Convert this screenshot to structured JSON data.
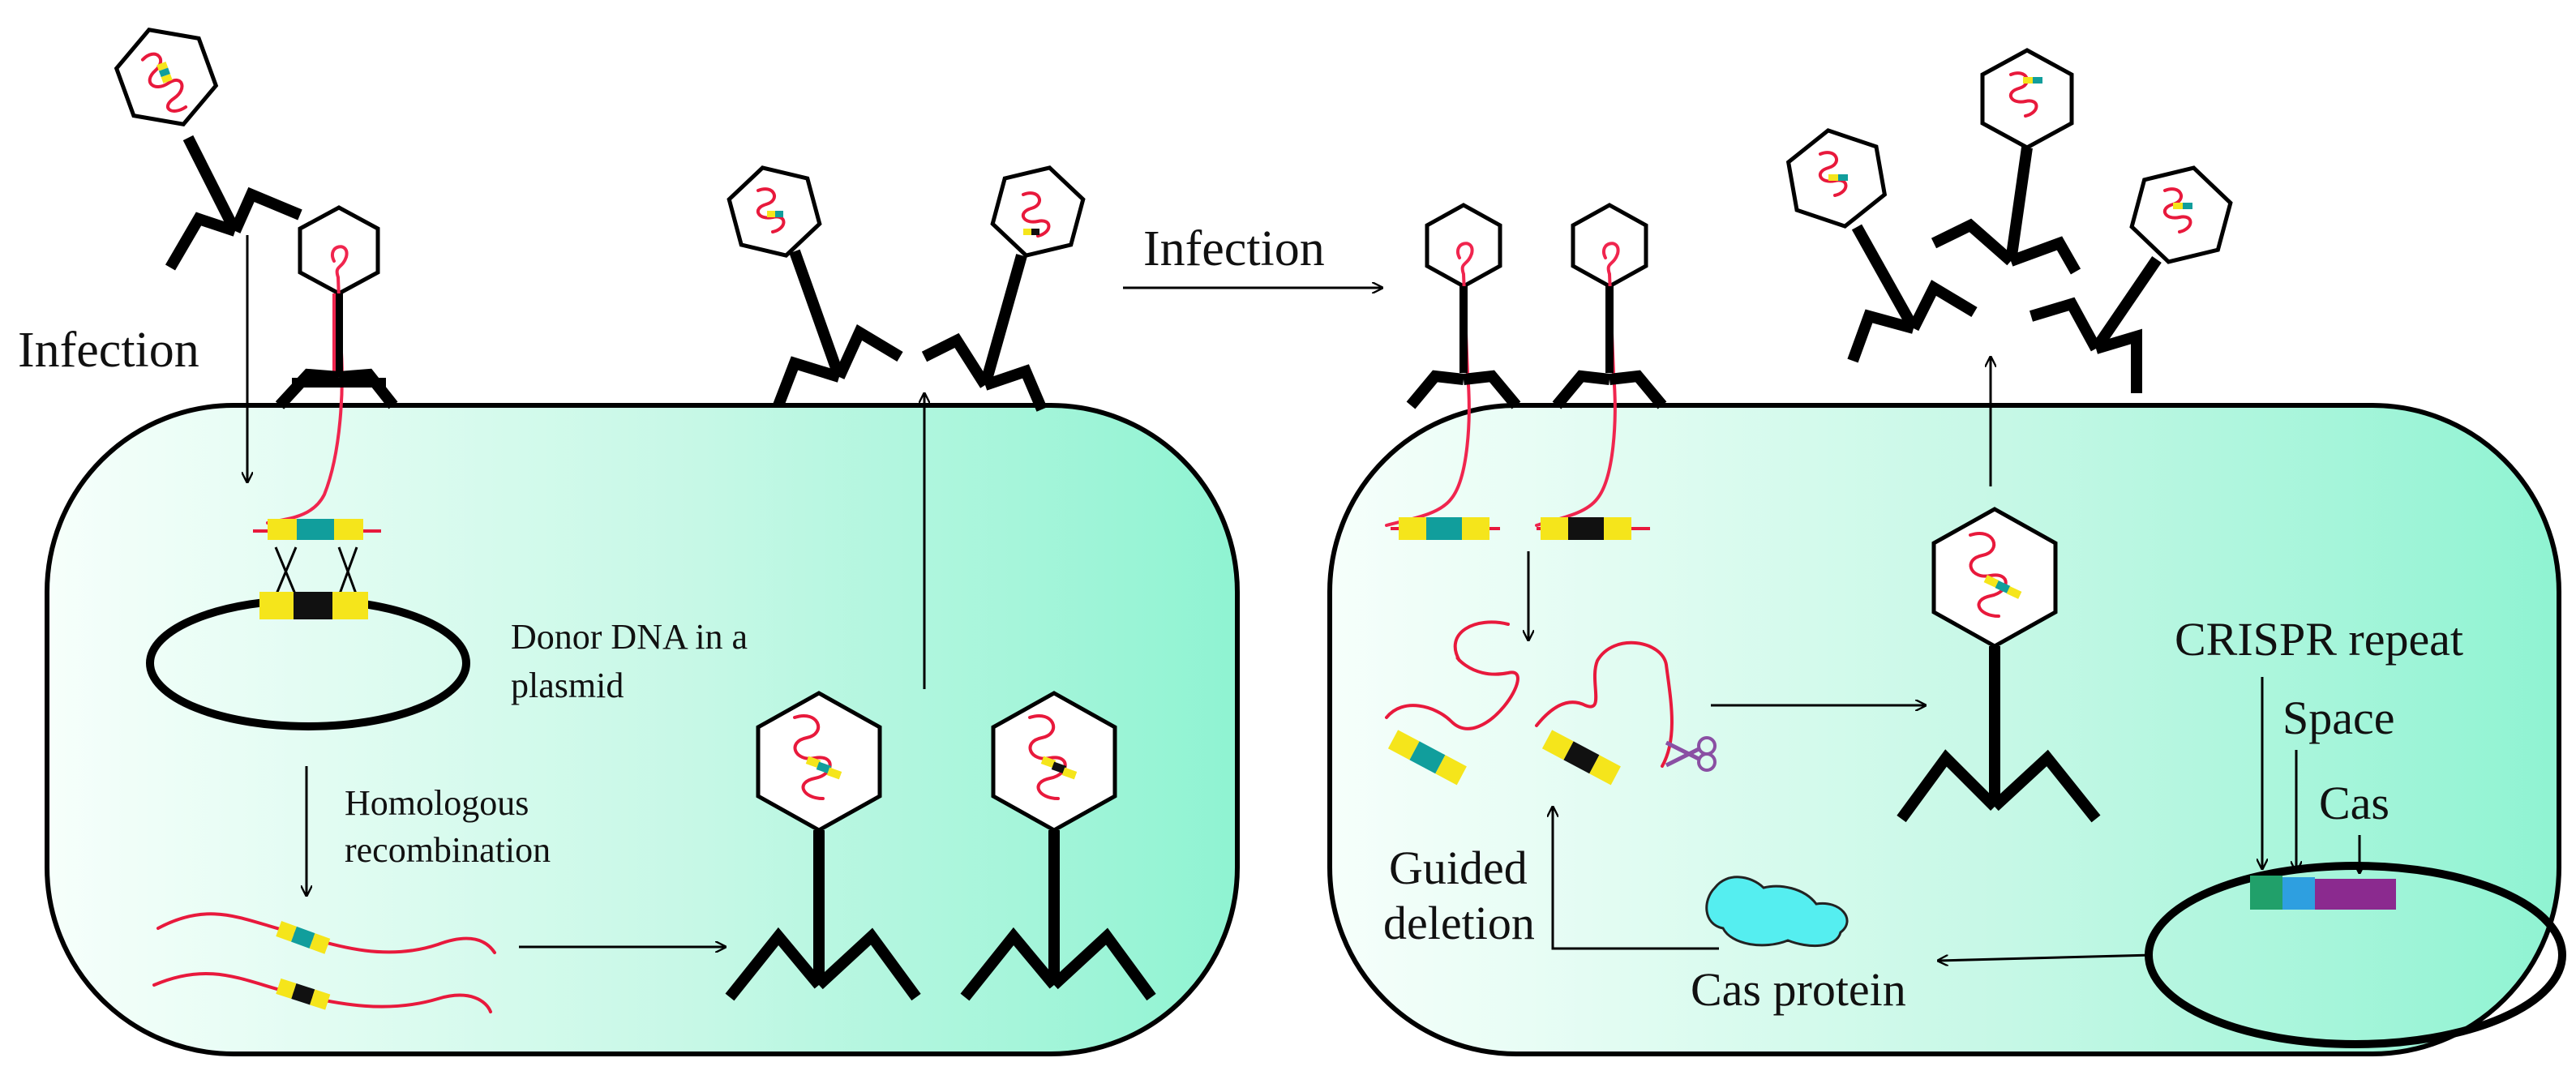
{
  "labels": {
    "infection_left": "Infection",
    "infection_top": "Infection",
    "donor_line1": "Donor DNA in a",
    "donor_line2": "plasmid",
    "homologous_line1": "Homologous",
    "homologous_line2": "recombination",
    "crispr_repeat": "CRISPR repeat",
    "space": "Space",
    "cas": "Cas",
    "guided_line1": "Guided",
    "guided_line2": "deletion",
    "cas_protein": "Cas protein"
  },
  "colors": {
    "cell_gradient_start": "#f6fffb",
    "cell_gradient_end": "#8ff3d2",
    "dna_red": "#e8193c",
    "wild_dna_pink": "#f0254e",
    "homology_yellow": "#f5e51b",
    "teal_insert": "#119e9c",
    "black_marker": "#111111",
    "cas_protein": "#55eef0",
    "crispr_green": "#21a06a",
    "crispr_blue": "#2e9fe0",
    "crispr_purple": "#8b2a8f",
    "scissors": "#8a4fa3"
  },
  "icons": [
    "bacteriophage-icon",
    "plasmid-icon",
    "scissors-icon",
    "cas-protein-icon",
    "crispr-array-icon"
  ]
}
